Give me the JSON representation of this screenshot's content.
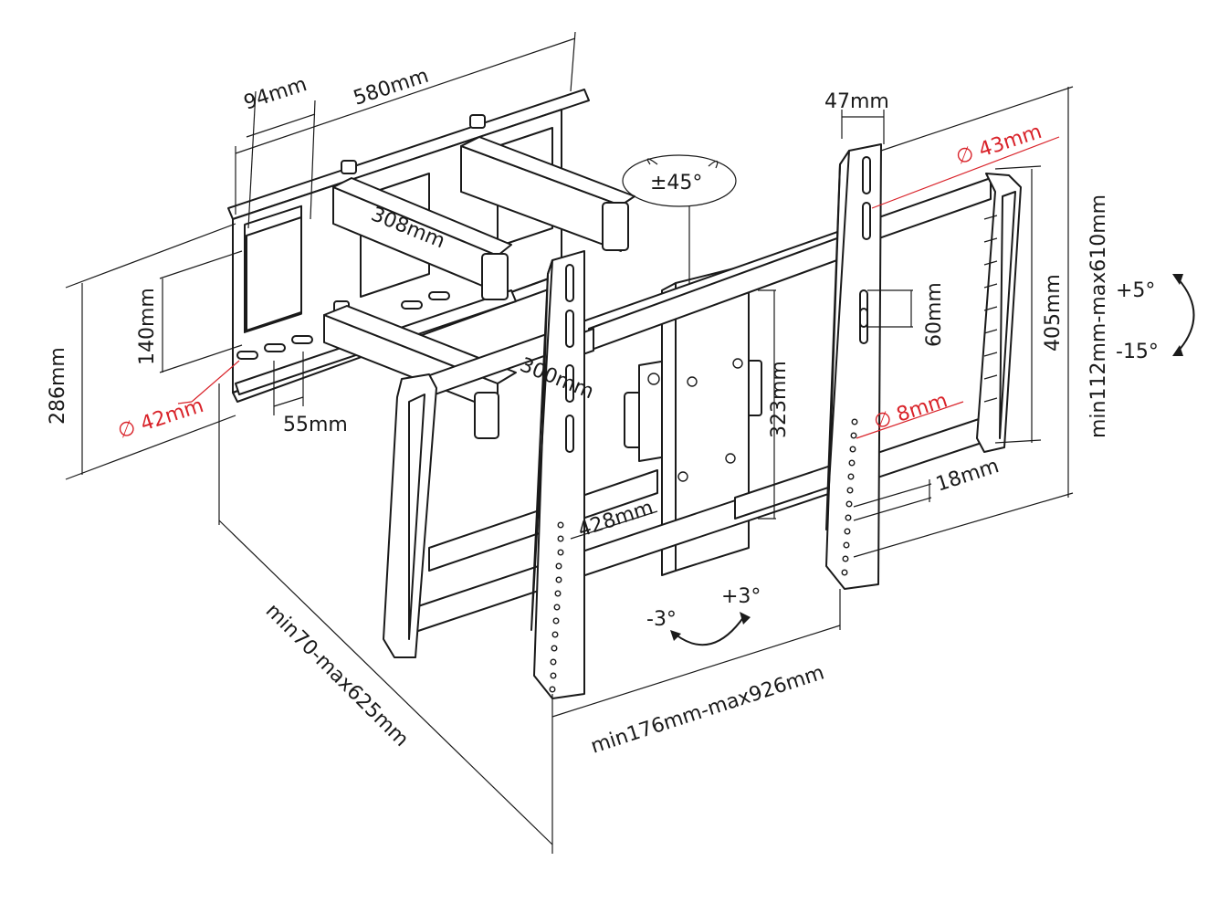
{
  "dimensions": {
    "plate_width": "580mm",
    "plate_slot_offset": "94mm",
    "plate_height": "286mm",
    "plate_slot_height": "140mm",
    "plate_hole_diameter": "∅ 42mm",
    "plate_slot_spacing": "55mm",
    "arm_long": "308mm",
    "arm_short": "300mm",
    "swivel": "±45°",
    "bracket_width": "47mm",
    "bracket_slot_diameter": "∅ 43mm",
    "bracket_slot_gap": "60mm",
    "center_plate_height": "323mm",
    "bracket_hole_diameter": "∅ 8mm",
    "bracket_hole_pitch": "18mm",
    "rail_length": "428mm",
    "rail_height": "405mm",
    "vertical_range": "min112mm-max610mm",
    "tilt_up": "+5°",
    "tilt_down": "-15°",
    "roll_minus": "-3°",
    "roll_plus": "+3°",
    "horizontal_range": "min176mm-max926mm",
    "extension_range": "min70-max625mm"
  },
  "colors": {
    "line": "#1a1a1a",
    "accent": "#d9232a",
    "background": "#ffffff"
  }
}
